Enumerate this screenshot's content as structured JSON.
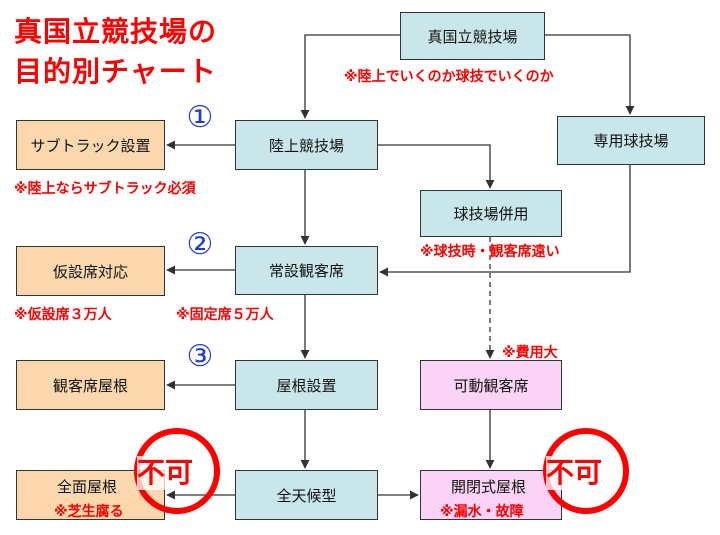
{
  "title": {
    "line1": "真国立競技場の",
    "line2": "目的別チャート"
  },
  "nodes": {
    "top": "真国立競技場",
    "land": "陸上競技場",
    "ball_only": "専用球技場",
    "subtrack": "サブトラック設置",
    "shared": "球技場併用",
    "temp_seats": "仮設席対応",
    "permanent_seats": "常設観客席",
    "roof_stands": "観客席屋根",
    "roof_setup": "屋根設置",
    "movable": "可動観客席",
    "full_roof": "全面屋根",
    "all_weather": "全天候型",
    "retractable": "開閉式屋根"
  },
  "notes": {
    "land_or_ball": "※陸上でいくのか球技でいくのか",
    "subtrack_needed": "※陸上ならサブトラック必須",
    "ball_far": "※球技時・観客席遠い",
    "temp_30k": "※仮設席３万人",
    "fixed_50k": "※固定席５万人",
    "cost": "※費用大",
    "turf": "※芝生腐る",
    "leak": "※漏水・故障"
  },
  "steps": {
    "one": "①",
    "two": "②",
    "three": "③"
  },
  "stamps": {
    "left": "不可",
    "right": "不可"
  },
  "colors": {
    "title": "#ff0000",
    "note": "#ff0000",
    "step": "#1f3bd6",
    "teal": "#c9e7ea",
    "orange": "#fbd7ae",
    "pink": "#fbd3f6"
  }
}
